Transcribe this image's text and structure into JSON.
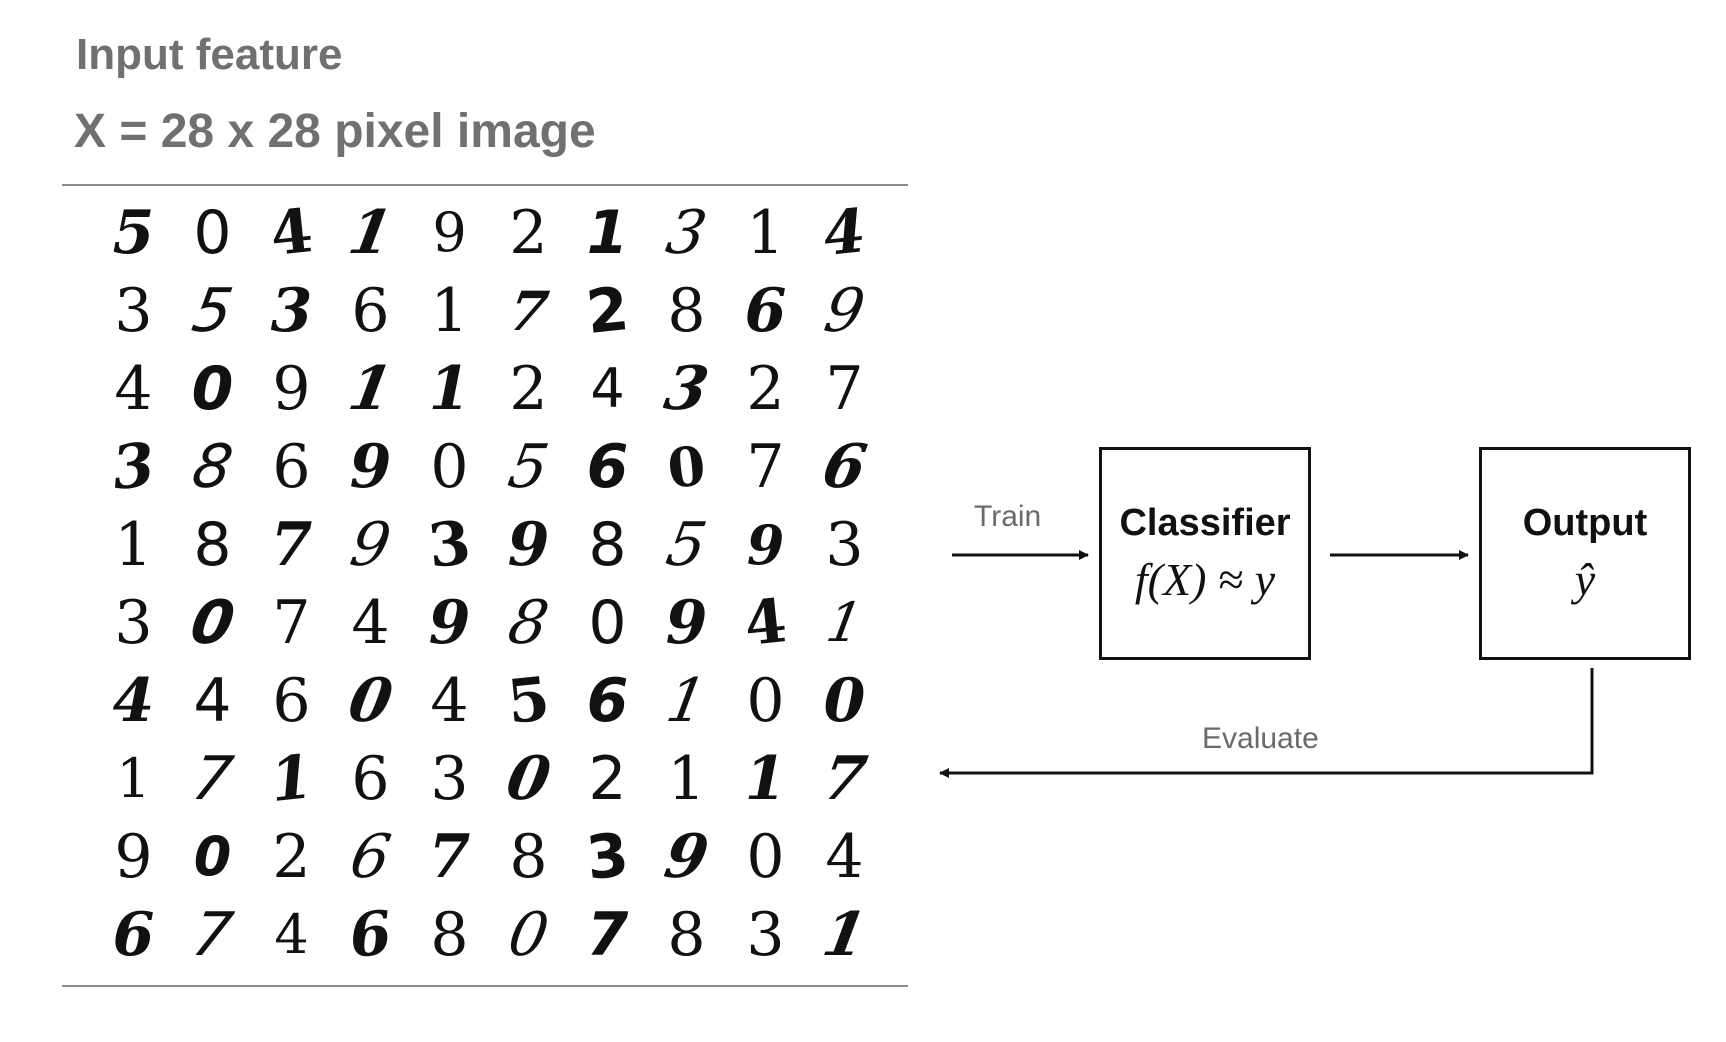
{
  "input": {
    "title": "Input feature",
    "description": "X = 28 x 28 pixel image"
  },
  "digits": [
    [
      "5",
      "0",
      "4",
      "1",
      "9",
      "2",
      "1",
      "3",
      "1",
      "4"
    ],
    [
      "3",
      "5",
      "3",
      "6",
      "1",
      "7",
      "2",
      "8",
      "6",
      "9"
    ],
    [
      "4",
      "0",
      "9",
      "1",
      "1",
      "2",
      "4",
      "3",
      "2",
      "7"
    ],
    [
      "3",
      "8",
      "6",
      "9",
      "0",
      "5",
      "6",
      "0",
      "7",
      "6"
    ],
    [
      "1",
      "8",
      "7",
      "9",
      "3",
      "9",
      "8",
      "5",
      "9",
      "3"
    ],
    [
      "3",
      "0",
      "7",
      "4",
      "9",
      "8",
      "0",
      "9",
      "4",
      "1"
    ],
    [
      "4",
      "4",
      "6",
      "0",
      "4",
      "5",
      "6",
      "1",
      "0",
      "0"
    ],
    [
      "1",
      "7",
      "1",
      "6",
      "3",
      "0",
      "2",
      "1",
      "1",
      "7"
    ],
    [
      "9",
      "0",
      "2",
      "6",
      "7",
      "8",
      "3",
      "9",
      "0",
      "4"
    ],
    [
      "6",
      "7",
      "4",
      "6",
      "8",
      "0",
      "7",
      "8",
      "3",
      "1"
    ]
  ],
  "flow": {
    "train_label": "Train",
    "evaluate_label": "Evaluate",
    "classifier": {
      "title": "Classifier",
      "formula": "f(X) ≈ y"
    },
    "output": {
      "title": "Output",
      "formula": "ŷ"
    }
  },
  "colors": {
    "text_gray": "#707070",
    "line": "#111111",
    "rule": "#8a8a8a"
  }
}
